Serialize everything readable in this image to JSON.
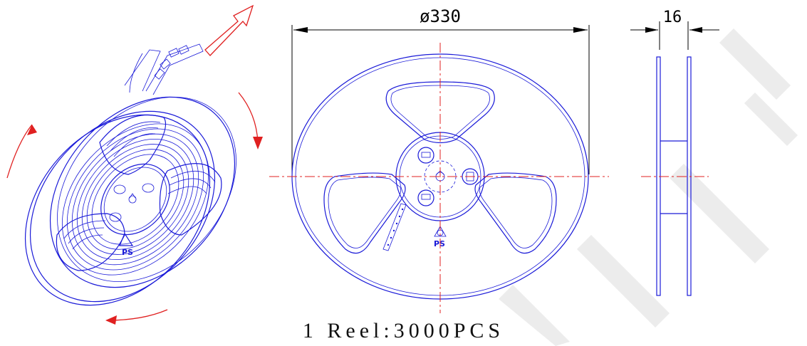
{
  "dimensions": {
    "diameter": "ø330",
    "width": "16"
  },
  "caption": "1 Reel:3000PCS",
  "labels": {
    "recycle_material": "PS"
  },
  "colors": {
    "outline": "#1a1ad8",
    "centerline": "#e02020",
    "dimension": "#000000"
  }
}
